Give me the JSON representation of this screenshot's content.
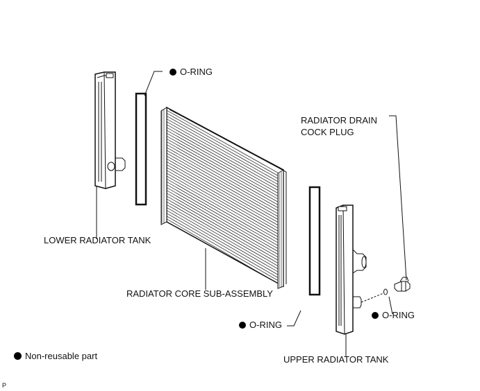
{
  "labels": {
    "o_ring_top": "O-RING",
    "lower_tank": "LOWER RADIATOR TANK",
    "core": "RADIATOR CORE SUB-ASSEMBLY",
    "o_ring_bottom_left": "O-RING",
    "o_ring_bottom_right": "O-RING",
    "drain_line1": "RADIATOR DRAIN",
    "drain_line2": "COCK PLUG",
    "upper_tank": "UPPER RADIATOR TANK",
    "legend": "Non-reusable part",
    "corner": "P"
  }
}
